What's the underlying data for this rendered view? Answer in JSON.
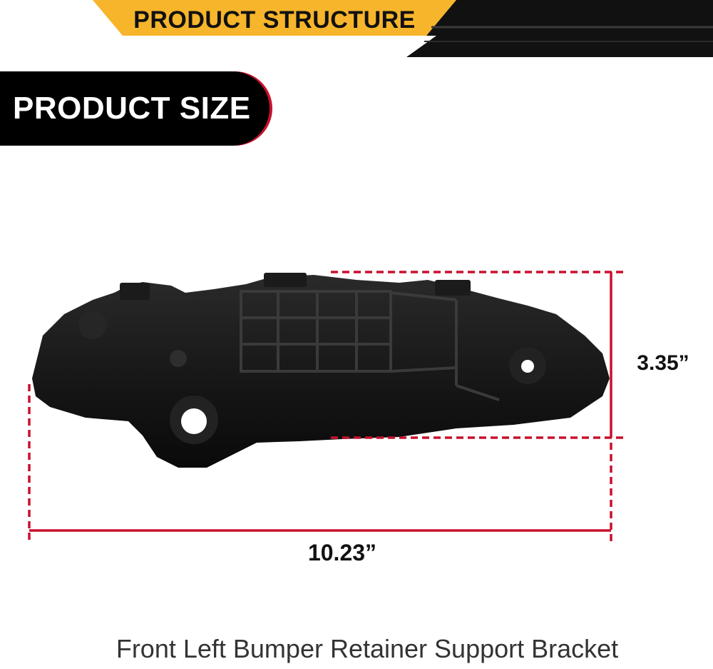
{
  "banner": {
    "title": "PRODUCT STRUCTURE"
  },
  "section": {
    "label": "PRODUCT SIZE"
  },
  "dimensions": {
    "height": "3.35”",
    "width": "10.23”"
  },
  "caption": "Front Left Bumper Retainer Support Bracket",
  "colors": {
    "banner_gold": "#f7b52b",
    "banner_dark": "#111111",
    "accent_red": "#c8102e",
    "product_black": "#141414"
  }
}
